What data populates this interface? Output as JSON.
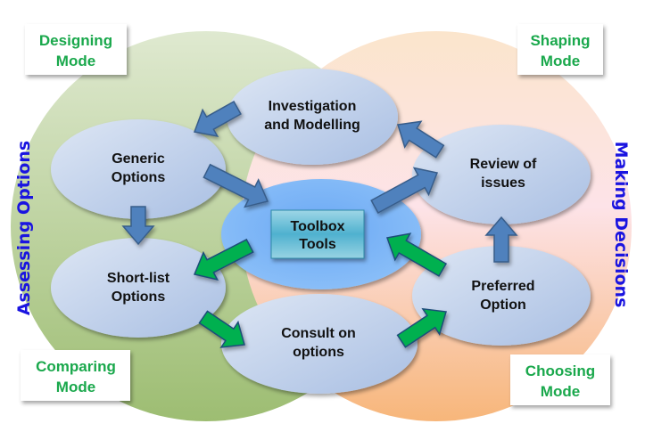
{
  "title": "Options appraisal cycle diagram",
  "regions": {
    "left_label": "Assessing Options",
    "right_label": "Making Decisions",
    "left_color": "#9bbd72",
    "right_color": "#f7b97a"
  },
  "modes": [
    {
      "id": "designing",
      "line1": "Designing",
      "line2": "Mode"
    },
    {
      "id": "shaping",
      "line1": "Shaping",
      "line2": "Mode"
    },
    {
      "id": "comparing",
      "line1": "Comparing",
      "line2": "Mode"
    },
    {
      "id": "choosing",
      "line1": "Choosing",
      "line2": "Mode"
    }
  ],
  "nodes": [
    {
      "id": "investigation",
      "line1": "Investigation",
      "line2": "and Modelling"
    },
    {
      "id": "generic",
      "line1": "Generic",
      "line2": "Options"
    },
    {
      "id": "review",
      "line1": "Review of",
      "line2": "issues"
    },
    {
      "id": "shortlist",
      "line1": "Short-list",
      "line2": "Options"
    },
    {
      "id": "preferred",
      "line1": "Preferred",
      "line2": "Option"
    },
    {
      "id": "consult",
      "line1": "Consult on",
      "line2": "options"
    }
  ],
  "center": {
    "line1": "Toolbox",
    "line2": "Tools"
  },
  "arrows": [
    {
      "from": "investigation",
      "to": "generic",
      "color": "blue"
    },
    {
      "from": "generic",
      "to": "toolbox",
      "color": "blue"
    },
    {
      "from": "generic",
      "to": "shortlist",
      "color": "blue"
    },
    {
      "from": "toolbox",
      "to": "review",
      "color": "blue"
    },
    {
      "from": "review",
      "to": "investigation",
      "color": "blue"
    },
    {
      "from": "preferred",
      "to": "review",
      "color": "blue"
    },
    {
      "from": "toolbox",
      "to": "shortlist",
      "color": "green"
    },
    {
      "from": "shortlist",
      "to": "consult",
      "color": "green"
    },
    {
      "from": "consult",
      "to": "preferred",
      "color": "green"
    },
    {
      "from": "preferred",
      "to": "toolbox",
      "color": "green"
    }
  ],
  "colors": {
    "arrow_blue": "#4f81bd",
    "arrow_green": "#00b050",
    "mode_text": "#1aa84c",
    "side_text": "#1a14e0"
  }
}
